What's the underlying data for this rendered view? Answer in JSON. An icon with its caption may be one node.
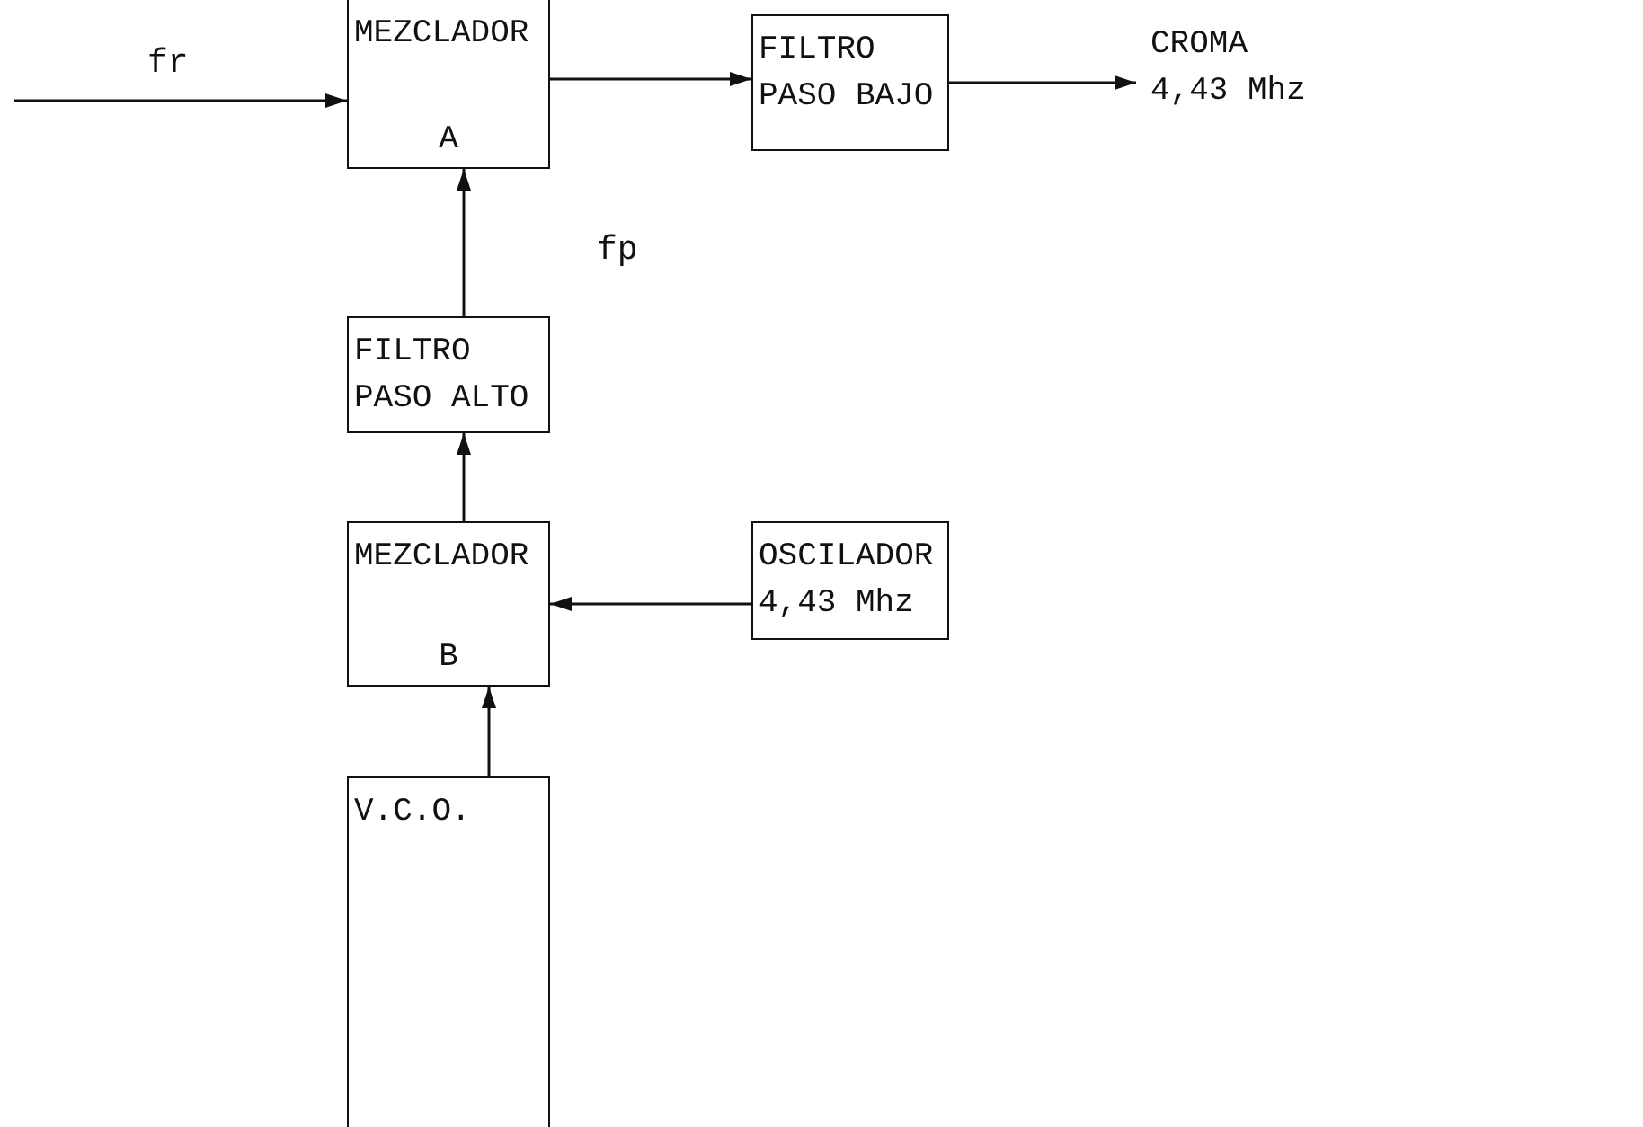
{
  "diagram": {
    "nodes": [
      {
        "text": [
          "MEZCLADOR",
          "A"
        ]
      },
      {
        "text": [
          "FILTRO PASO BAJO"
        ]
      },
      {
        "text": [
          "CROMA 4,43 Mhz"
        ]
      },
      {
        "text": [
          "FILTRO PASO ALTO"
        ]
      },
      {
        "text": [
          "MEZCLADOR",
          "B"
        ]
      },
      {
        "text": [
          "OSCILADOR 4,43 Mhz"
        ]
      },
      {
        "text": [
          "V.C.O."
        ]
      }
    ],
    "edges": [
      {
        "from": null,
        "to": 0,
        "arrow": "to",
        "label": "fr"
      },
      {
        "from": 0,
        "to": 1,
        "arrow": "to"
      },
      {
        "from": 1,
        "to": 2,
        "arrow": "to"
      },
      {
        "from": 3,
        "to": 0,
        "arrow": "to",
        "label": "fp"
      },
      {
        "from": 4,
        "to": 3,
        "arrow": "to"
      },
      {
        "from": 5,
        "to": 4,
        "arrow": "to"
      },
      {
        "from": 6,
        "to": 4,
        "arrow": "to"
      }
    ]
  }
}
